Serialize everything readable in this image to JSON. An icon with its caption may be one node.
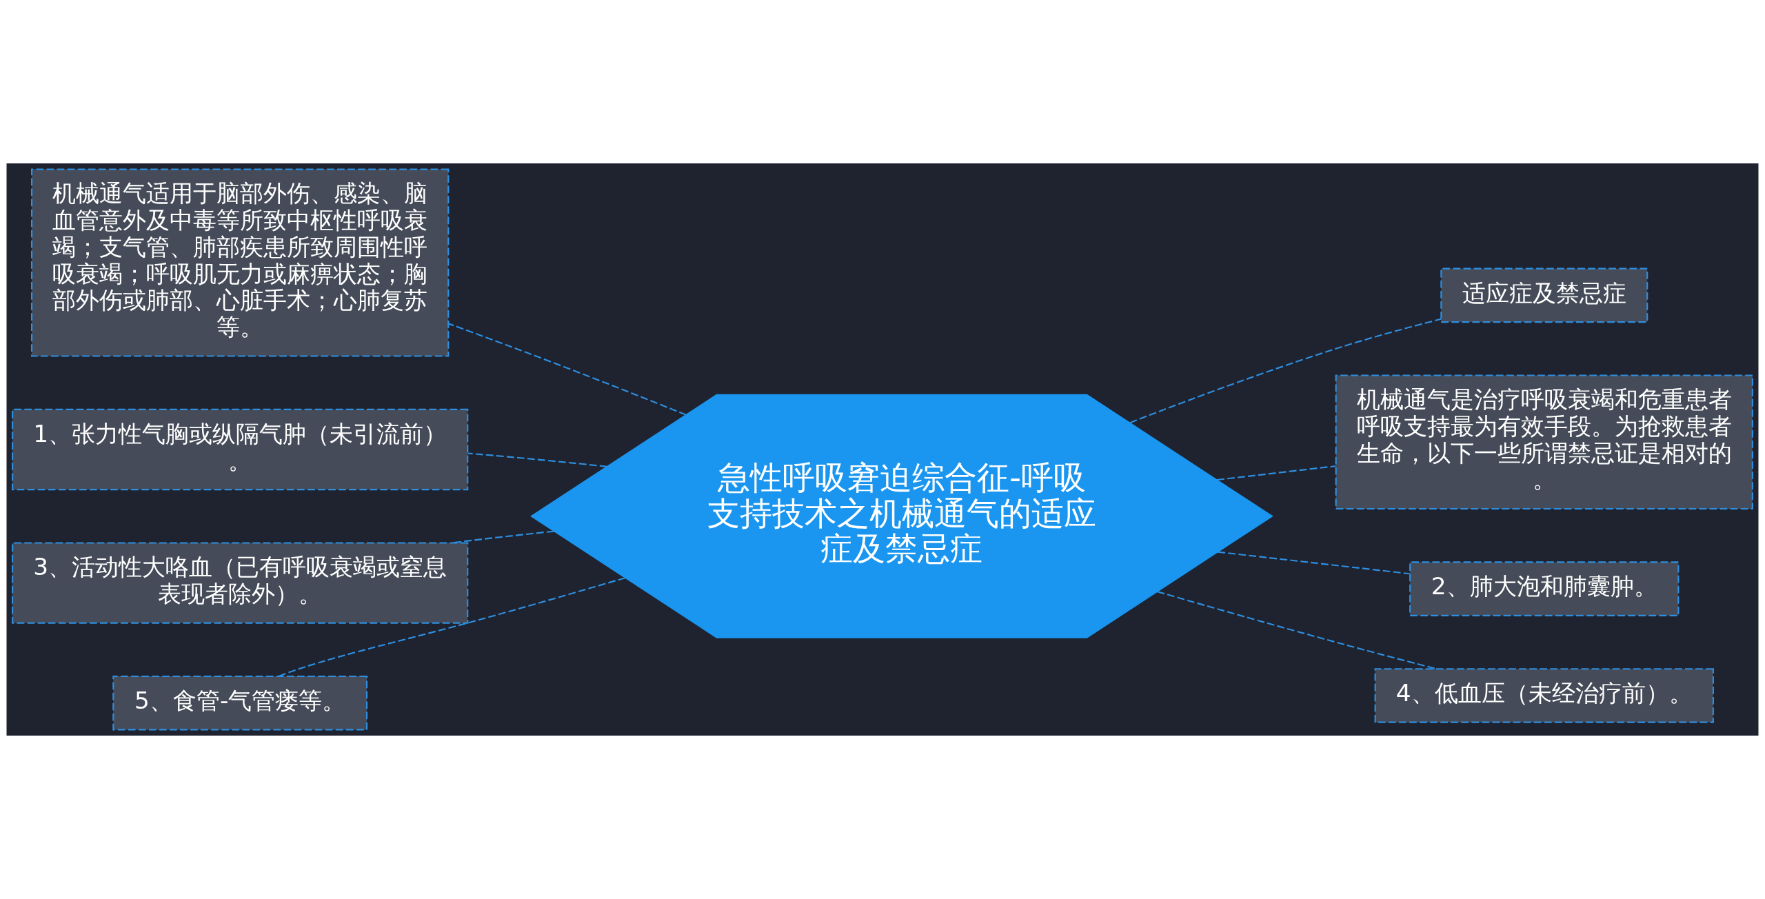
{
  "diagram": {
    "nodes": [
      {
        "text": [
          "急性呼吸窘迫综合征-呼吸支持技术之机械通气的适应症及禁忌症"
        ]
      },
      {
        "text": [
          "机械通气适用于脑部外伤、感染、脑血管意外及中毒等所致中枢性呼吸衰竭；支气管、肺部疾患所致周围性呼吸衰竭；呼吸肌无力或麻痹状态；胸部外伤或肺部、心脏手术；心肺复苏等。"
        ]
      },
      {
        "text": [
          "1、张力性气胸或纵隔气肿（未引流前）。"
        ]
      },
      {
        "text": [
          "3、活动性大咯血（已有呼吸衰竭或窒息表现者除外）。"
        ]
      },
      {
        "text": [
          "5、食管-气管瘘等。"
        ]
      },
      {
        "text": [
          "适应症及禁忌症"
        ]
      },
      {
        "text": [
          "机械通气是治疗呼吸衰竭和危重患者呼吸支持最为有效手段。为抢救患者生命，以下一些所谓禁忌证是相对的。"
        ]
      },
      {
        "text": [
          "2、肺大泡和肺囊肿。"
        ]
      },
      {
        "text": [
          "4、低血压（未经治疗前）。"
        ]
      }
    ],
    "edges": [
      {
        "from": 0,
        "to": 1,
        "arrow": "none",
        "style": "dashed"
      },
      {
        "from": 0,
        "to": 2,
        "arrow": "none",
        "style": "dashed"
      },
      {
        "from": 0,
        "to": 3,
        "arrow": "none",
        "style": "dashed"
      },
      {
        "from": 0,
        "to": 4,
        "arrow": "none",
        "style": "dashed"
      },
      {
        "from": 0,
        "to": 5,
        "arrow": "none",
        "style": "dashed"
      },
      {
        "from": 0,
        "to": 6,
        "arrow": "none",
        "style": "dashed"
      },
      {
        "from": 0,
        "to": 7,
        "arrow": "none",
        "style": "dashed"
      },
      {
        "from": 0,
        "to": 8,
        "arrow": "none",
        "style": "dashed"
      }
    ]
  }
}
